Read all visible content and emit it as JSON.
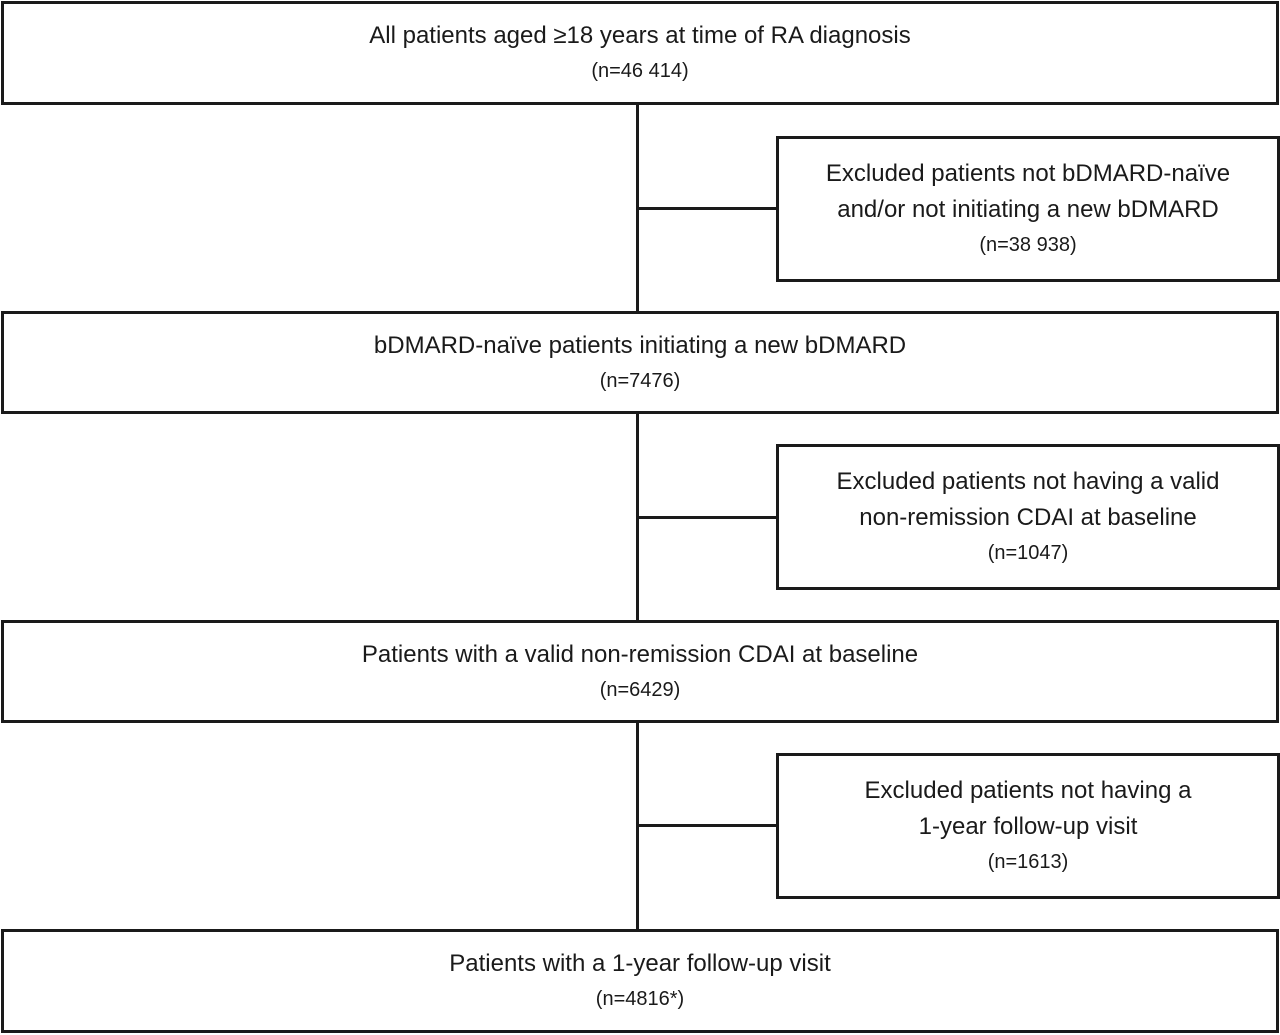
{
  "main_boxes": [
    {
      "line1": "All patients aged ≥18 years at time of RA diagnosis",
      "count": "(n=46 414)"
    },
    {
      "line1": "bDMARD-naïve patients initiating a new bDMARD",
      "count": "(n=7476)"
    },
    {
      "line1": "Patients with a valid non-remission CDAI at baseline",
      "count": "(n=6429)"
    },
    {
      "line1": "Patients with a 1-year follow-up visit",
      "count": "(n=4816*)"
    }
  ],
  "exclusion_boxes": [
    {
      "line1": "Excluded patients not bDMARD-naïve",
      "line2": "and/or not initiating a new bDMARD",
      "count": "(n=38 938)"
    },
    {
      "line1": "Excluded patients not having a valid",
      "line2": "non-remission CDAI at baseline",
      "count": "(n=1047)"
    },
    {
      "line1": "Excluded patients not having a",
      "line2": "1-year follow-up visit",
      "count": "(n=1613)"
    }
  ]
}
